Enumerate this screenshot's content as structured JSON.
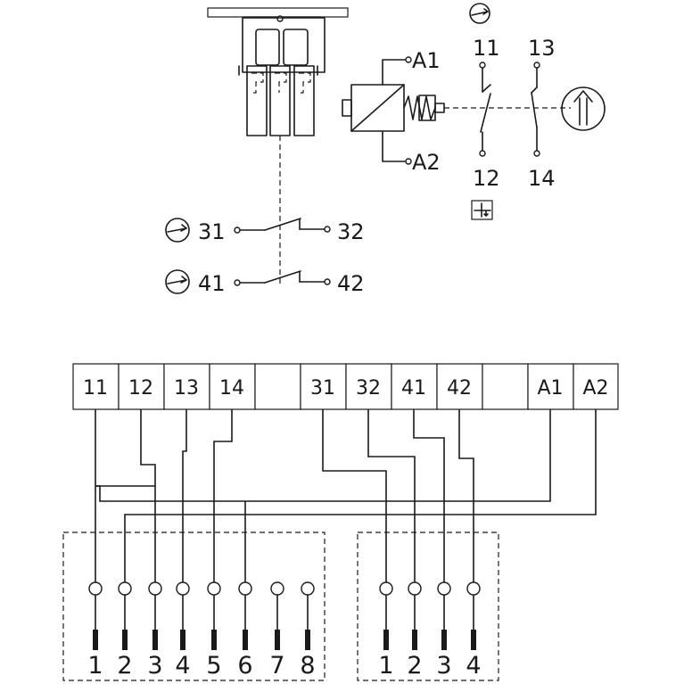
{
  "aux_contacts": {
    "nc_contact_label_left": "11",
    "nc_contact_label_right": "12",
    "no_contact_label_left": "13",
    "no_contact_label_right": "14"
  },
  "coil": {
    "a1": "A1",
    "a2": "A2"
  },
  "lock_contacts": {
    "row1_left": "31",
    "row1_right": "32",
    "row2_left": "41",
    "row2_right": "42"
  },
  "terminal_strip": {
    "cells": [
      "11",
      "12",
      "13",
      "14",
      "",
      "31",
      "32",
      "41",
      "42",
      "",
      "A1",
      "A2"
    ]
  },
  "connector_left": {
    "pins": [
      "1",
      "2",
      "3",
      "4",
      "5",
      "6",
      "7",
      "8"
    ]
  },
  "connector_right": {
    "pins": [
      "1",
      "2",
      "3",
      "4"
    ]
  }
}
